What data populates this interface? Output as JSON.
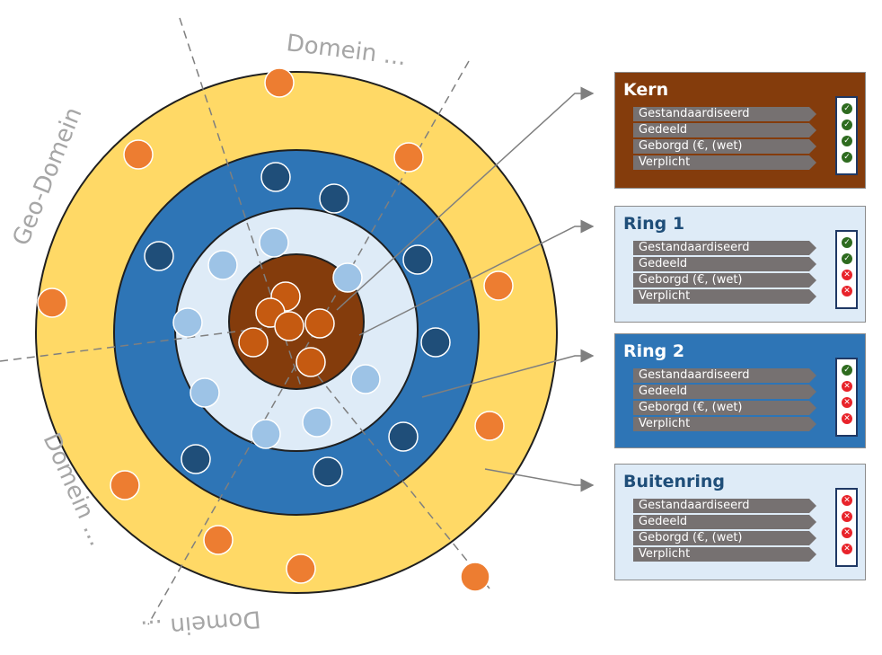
{
  "labels": {
    "domain_top": "Domein ...",
    "domain_left": "Geo-Domein",
    "domain_bottom_left": "Domein ...",
    "domain_bottom": "Domein ..."
  },
  "colors": {
    "outer_ring": "#ffd966",
    "ring2": "#2e75b6",
    "ring1": "#deebf7",
    "core": "#843c0c",
    "outer_dot": "#ed7d31",
    "ring2_dot": "#1f4e79",
    "ring1_dot": "#9dc3e6",
    "core_dot": "#c55a11"
  },
  "panels": [
    {
      "title": "Kern",
      "rows": [
        "Gestandaardiseerd",
        "Gedeeld",
        "Geborgd (€, (wet)",
        "Verplicht"
      ],
      "status": [
        "ok",
        "ok",
        "ok",
        "ok"
      ]
    },
    {
      "title": "Ring 1",
      "rows": [
        "Gestandaardiseerd",
        "Gedeeld",
        "Geborgd (€, (wet)",
        "Verplicht"
      ],
      "status": [
        "ok",
        "ok",
        "no",
        "no"
      ]
    },
    {
      "title": "Ring 2",
      "rows": [
        "Gestandaardiseerd",
        "Gedeeld",
        "Geborgd (€, (wet)",
        "Verplicht"
      ],
      "status": [
        "ok",
        "no",
        "no",
        "no"
      ]
    },
    {
      "title": "Buitenring",
      "rows": [
        "Gestandaardiseerd",
        "Gedeeld",
        "Geborgd (€, (wet)",
        "Verplicht"
      ],
      "status": [
        "no",
        "no",
        "no",
        "no"
      ]
    }
  ]
}
